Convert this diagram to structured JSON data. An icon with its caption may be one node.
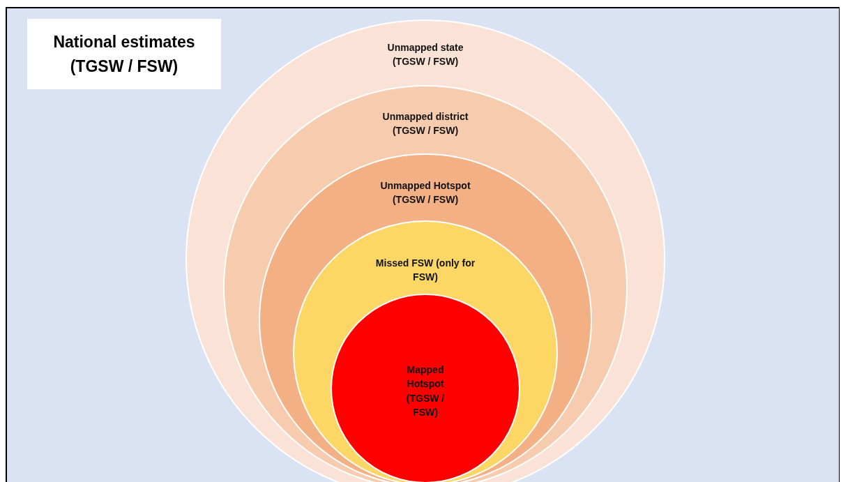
{
  "diagram": {
    "title": "National estimates (TGSW / FSW)",
    "nodes": [
      {
        "text": [
          "Unmapped state (TGSW / FSW)"
        ]
      },
      {
        "text": [
          "Unmapped district (TGSW / FSW)"
        ],
        "in": 0
      },
      {
        "text": [
          "Unmapped Hotspot (TGSW / FSW)"
        ],
        "in": 1
      },
      {
        "text": [
          "Missed FSW (only for FSW)"
        ],
        "in": 2
      },
      {
        "text": [
          "Mapped Hotspot (TGSW / FSW)"
        ],
        "in": 3
      }
    ]
  }
}
